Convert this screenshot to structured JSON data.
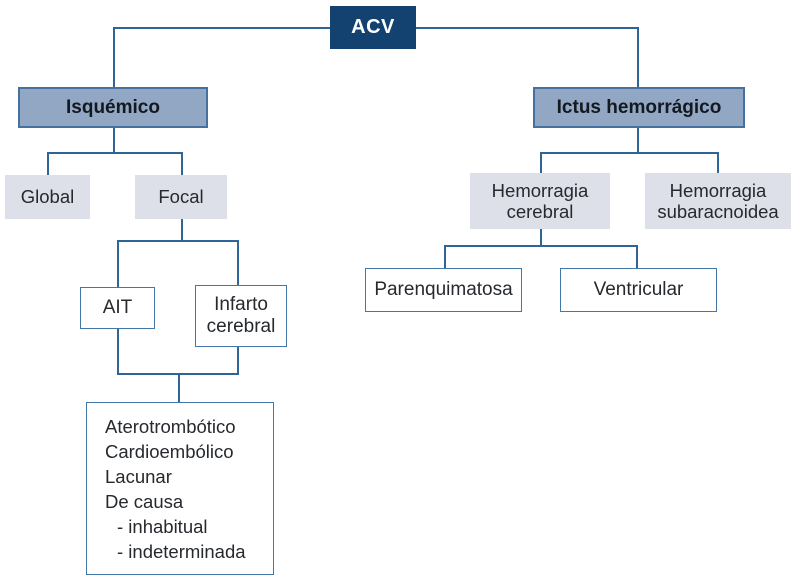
{
  "diagram": {
    "type": "flowchart",
    "language": "es",
    "colors": {
      "root_fill": "#144270",
      "root_text": "#ffffff",
      "level2_fill": "#92a7c4",
      "level2_border": "#46719f",
      "level3_fill": "#dde0e8",
      "leaf_border": "#4377a8",
      "connector": "#2f6496",
      "text": "#26292e",
      "background": "#ffffff"
    },
    "nodes": {
      "root": {
        "label": "ACV"
      },
      "ischemic": {
        "label": "Isquémico"
      },
      "hemorrhagic": {
        "label": "Ictus hemorrágico"
      },
      "global": {
        "label": "Global"
      },
      "focal": {
        "label": "Focal"
      },
      "ait": {
        "label": "AIT"
      },
      "cerebral_infarct": {
        "label": "Infarto cerebral"
      },
      "cerebral_hemorrhage": {
        "label": "Hemorragia cerebral"
      },
      "subarachnoid_hemorrhage": {
        "label": "Hemorragia subaracnoidea"
      },
      "parenchymal": {
        "label": "Parenquimatosa"
      },
      "ventricular": {
        "label": "Ventricular"
      },
      "etiology": {
        "lines": [
          "Aterotrombótico",
          "Cardioembólico",
          "Lacunar",
          "De causa",
          "- inhabitual",
          "- indeterminada"
        ]
      }
    },
    "edges": [
      "ACV → Isquémico",
      "ACV → Ictus hemorrágico",
      "Isquémico → Global",
      "Isquémico → Focal",
      "Focal → AIT",
      "Focal → Infarto cerebral",
      "AIT + Infarto cerebral → etiology list",
      "Ictus hemorrágico → Hemorragia cerebral",
      "Ictus hemorrágico → Hemorragia subaracnoidea",
      "Hemorragia cerebral → Parenquimatosa",
      "Hemorragia cerebral → Ventricular"
    ]
  }
}
